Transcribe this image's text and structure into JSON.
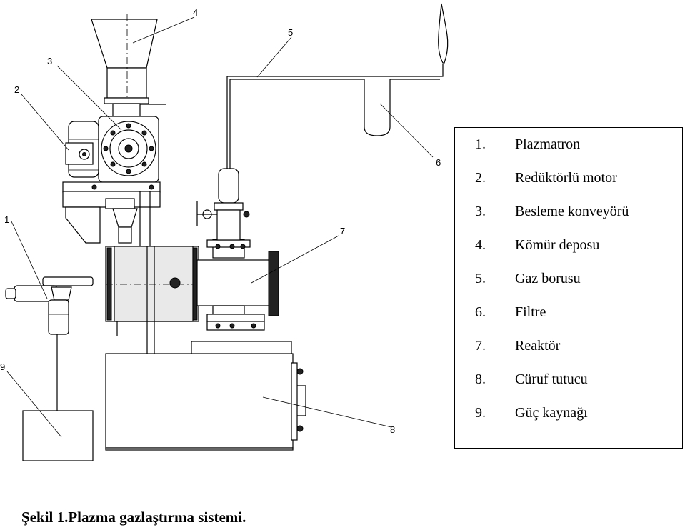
{
  "callouts": [
    "1",
    "2",
    "3",
    "4",
    "5",
    "6",
    "7",
    "8",
    "9"
  ],
  "legend": [
    {
      "num": "1.",
      "label": "Plazmatron"
    },
    {
      "num": "2.",
      "label": "Redüktörlü motor"
    },
    {
      "num": "3.",
      "label": "Besleme konveyörü"
    },
    {
      "num": "4.",
      "label": "Kömür deposu"
    },
    {
      "num": "5.",
      "label": "Gaz borusu"
    },
    {
      "num": "6.",
      "label": "Filtre"
    },
    {
      "num": "7.",
      "label": "Reaktör"
    },
    {
      "num": "8.",
      "label": "Cüruf tutucu"
    },
    {
      "num": "9.",
      "label": "Güç kaynağı"
    }
  ],
  "caption": "Şekil 1.Plazma gazlaştırma sistemi."
}
